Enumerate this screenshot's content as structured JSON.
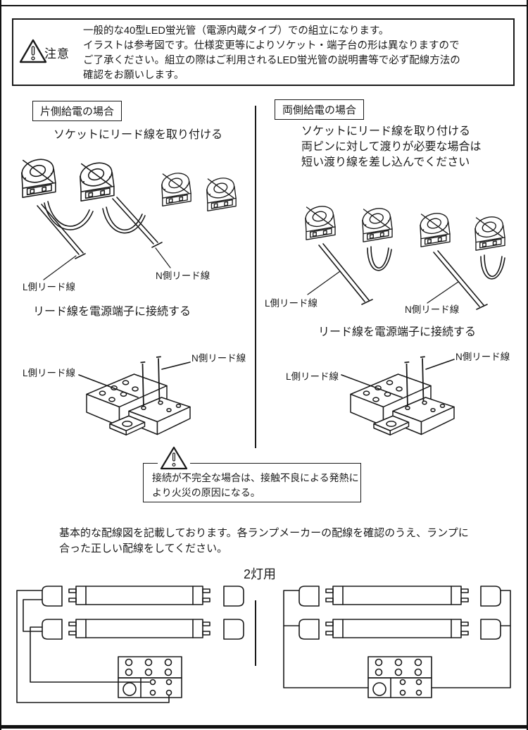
{
  "caution": {
    "label": "注意",
    "lines": [
      "一般的な40型LED蛍光管（電源内蔵タイプ）での組立になります。",
      "イラストは参考図です。仕様変更等によりソケット・端子台の形は異なりますので",
      "ご了承ください。組立の際はご利用されるLED蛍光管の説明書等で必ず配線方法の",
      "確認をお願いします。"
    ]
  },
  "single_side": {
    "header": "片側給電の場合",
    "step1": "ソケットにリード線を取り付ける",
    "l_lead": "L側リード線",
    "n_lead": "N側リード線",
    "step2": "リード線を電源端子に接続する",
    "l_lead2": "L側リード線",
    "n_lead2": "N側リード線"
  },
  "both_side": {
    "header": "両側給電の場合",
    "step1_lines": [
      "ソケットにリード線を取り付ける",
      "両ピンに対して渡りが必要な場合は",
      "短い渡り線を差し込んでください"
    ],
    "l_lead": "L側リード線",
    "n_lead": "N側リード線",
    "step2": "リード線を電源端子に接続する",
    "l_lead2": "L側リード線",
    "n_lead2": "N側リード線"
  },
  "mid_warning": {
    "lines": [
      "接続が不完全な場合は、接触不良による発熱に",
      "より火災の原因になる。"
    ]
  },
  "wiring_note": {
    "lines": [
      "基本的な配線図を記載しております。各ランプメーカーの配線を確認のうえ、ランプに",
      "合った正しい配線をしてください。"
    ]
  },
  "lamp_section": {
    "heading": "2灯用"
  },
  "icons": {
    "caution_triangle": "warning-triangle",
    "mid_warning_triangle": "warning-triangle"
  },
  "colors": {
    "line": "#1a1a1a",
    "background": "#ffffff"
  }
}
